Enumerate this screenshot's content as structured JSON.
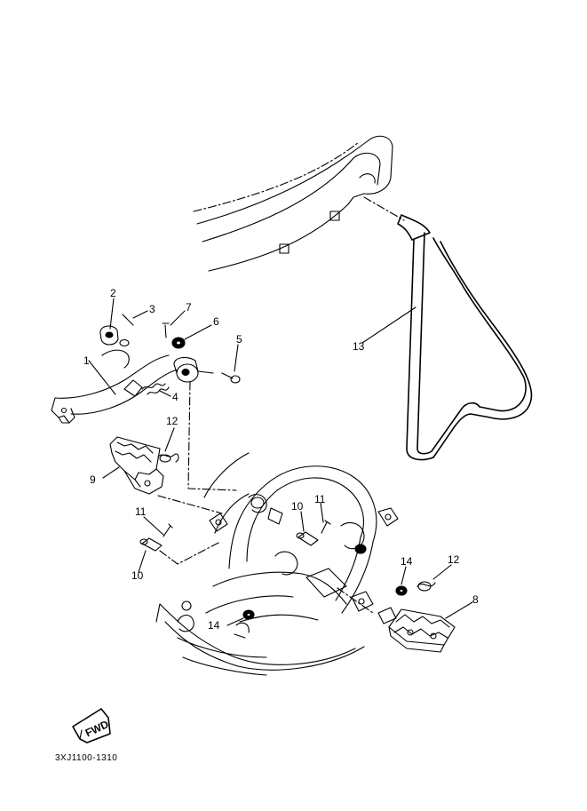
{
  "diagram": {
    "drawing_code": "3XJ1100-1310",
    "fwd_label": "FWD",
    "callouts": [
      {
        "id": "c1",
        "text": "1"
      },
      {
        "id": "c2",
        "text": "2"
      },
      {
        "id": "c3",
        "text": "3"
      },
      {
        "id": "c4",
        "text": "4"
      },
      {
        "id": "c5",
        "text": "5"
      },
      {
        "id": "c6",
        "text": "6"
      },
      {
        "id": "c7",
        "text": "7"
      },
      {
        "id": "c8",
        "text": "8"
      },
      {
        "id": "c9",
        "text": "9"
      },
      {
        "id": "c10a",
        "text": "10"
      },
      {
        "id": "c10b",
        "text": "10"
      },
      {
        "id": "c11a",
        "text": "11"
      },
      {
        "id": "c11b",
        "text": "11"
      },
      {
        "id": "c12a",
        "text": "12"
      },
      {
        "id": "c12b",
        "text": "12"
      },
      {
        "id": "c13",
        "text": "13"
      },
      {
        "id": "c14a",
        "text": "14"
      },
      {
        "id": "c14b",
        "text": "14"
      }
    ]
  }
}
